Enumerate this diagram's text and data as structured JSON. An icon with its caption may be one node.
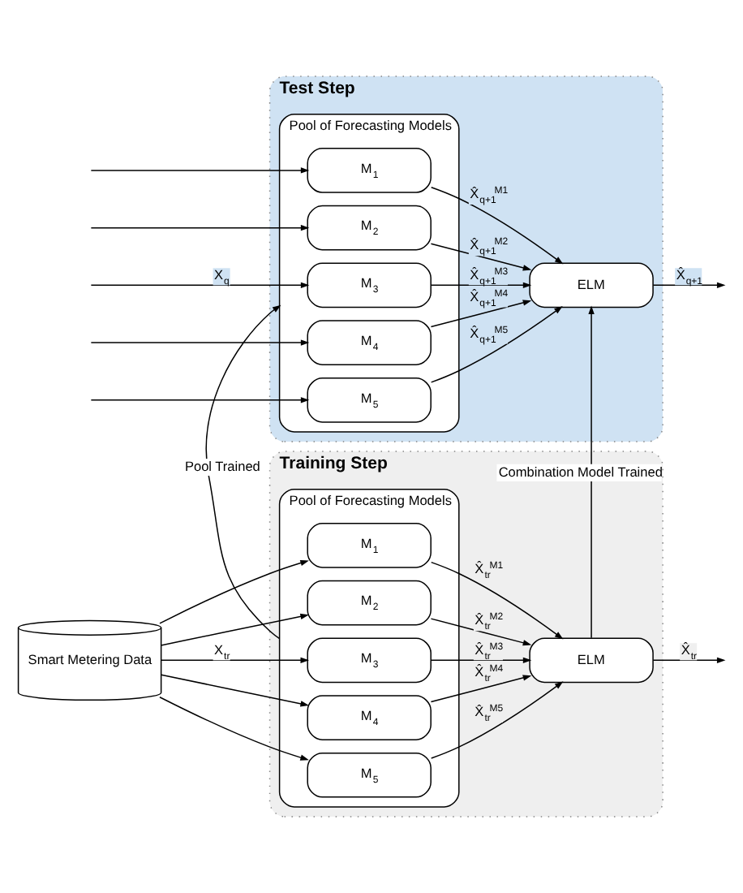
{
  "diagram": {
    "nodes": [
      {
        "text": [
          "Training Step"
        ]
      },
      {
        "text": [
          "Pool of Forecasting Models"
        ],
        "in": 0
      },
      {
        "text": [
          "M$_{1}$"
        ],
        "in": 1
      },
      {
        "text": [
          "M$_{2}$"
        ],
        "in": 1
      },
      {
        "text": [
          "M$_{3}$"
        ],
        "in": 1
      },
      {
        "text": [
          "M$_{4}$"
        ],
        "in": 1
      },
      {
        "text": [
          "M$_{5}$"
        ],
        "in": 1
      },
      {
        "text": [
          "ELM"
        ],
        "in": 0
      },
      {
        "text": [
          "Smart Metering Data"
        ]
      },
      {
        "text": [
          "Test Step"
        ]
      },
      {
        "text": [
          "Pool of Forecasting Models"
        ],
        "in": 9
      },
      {
        "text": [
          "M$_{1}$"
        ],
        "in": 10
      },
      {
        "text": [
          "M$_{2}$"
        ],
        "in": 10
      },
      {
        "text": [
          "M$_{3}$"
        ],
        "in": 10
      },
      {
        "text": [
          "M$_{4}$"
        ],
        "in": 10
      },
      {
        "text": [
          "M$_{5}$"
        ],
        "in": 10
      },
      {
        "text": [
          "ELM"
        ],
        "in": 9
      }
    ],
    "edges": [
      {
        "from": 8,
        "to": 2,
        "arrow": "to"
      },
      {
        "from": 8,
        "to": 3,
        "arrow": "to"
      },
      {
        "from": 8,
        "to": 4,
        "arrow": "to",
        "label": "X$_{tr}$"
      },
      {
        "from": 8,
        "to": 5,
        "arrow": "to"
      },
      {
        "from": 8,
        "to": 6,
        "arrow": "to"
      },
      {
        "from": 2,
        "to": 7,
        "arrow": "to",
        "label": "X̂$_{tr}$$^{M1}$"
      },
      {
        "from": 3,
        "to": 7,
        "arrow": "to",
        "label": "X̂$_{tr}$$^{M2}$"
      },
      {
        "from": 4,
        "to": 7,
        "arrow": "to",
        "label": "X̂$_{tr}$$^{M3}$"
      },
      {
        "from": 5,
        "to": 7,
        "arrow": "to",
        "label": "X̂$_{tr}$$^{M4}$"
      },
      {
        "from": 6,
        "to": 7,
        "arrow": "to",
        "label": "X̂$_{tr}$$^{M5}$"
      },
      {
        "from": 7,
        "to": null,
        "arrow": "to",
        "label": "X̂$_{tr}$"
      },
      {
        "from": 1,
        "to": 10,
        "arrow": "to",
        "label": "Pool Trained"
      },
      {
        "from": 7,
        "to": 16,
        "arrow": "to",
        "label": "Combination Model Trained"
      },
      {
        "from": null,
        "to": 11,
        "arrow": "to"
      },
      {
        "from": null,
        "to": 12,
        "arrow": "to"
      },
      {
        "from": null,
        "to": 13,
        "arrow": "to",
        "label": "X$_{q}$"
      },
      {
        "from": null,
        "to": 14,
        "arrow": "to"
      },
      {
        "from": null,
        "to": 15,
        "arrow": "to"
      },
      {
        "from": 11,
        "to": 16,
        "arrow": "to",
        "label": "X̂$_{q+1}$$^{M1}$"
      },
      {
        "from": 12,
        "to": 16,
        "arrow": "to",
        "label": "X̂$_{q+1}$$^{M2}$"
      },
      {
        "from": 13,
        "to": 16,
        "arrow": "to",
        "label": "X̂$_{q+1}$$^{M3}$"
      },
      {
        "from": 14,
        "to": 16,
        "arrow": "to",
        "label": "X̂$_{q+1}$$^{M4}$"
      },
      {
        "from": 15,
        "to": 16,
        "arrow": "to",
        "label": "X̂$_{q+1}$$^{M5}$"
      },
      {
        "from": 16,
        "to": null,
        "arrow": "to",
        "label": "X̂$_{q+1}$"
      }
    ]
  }
}
